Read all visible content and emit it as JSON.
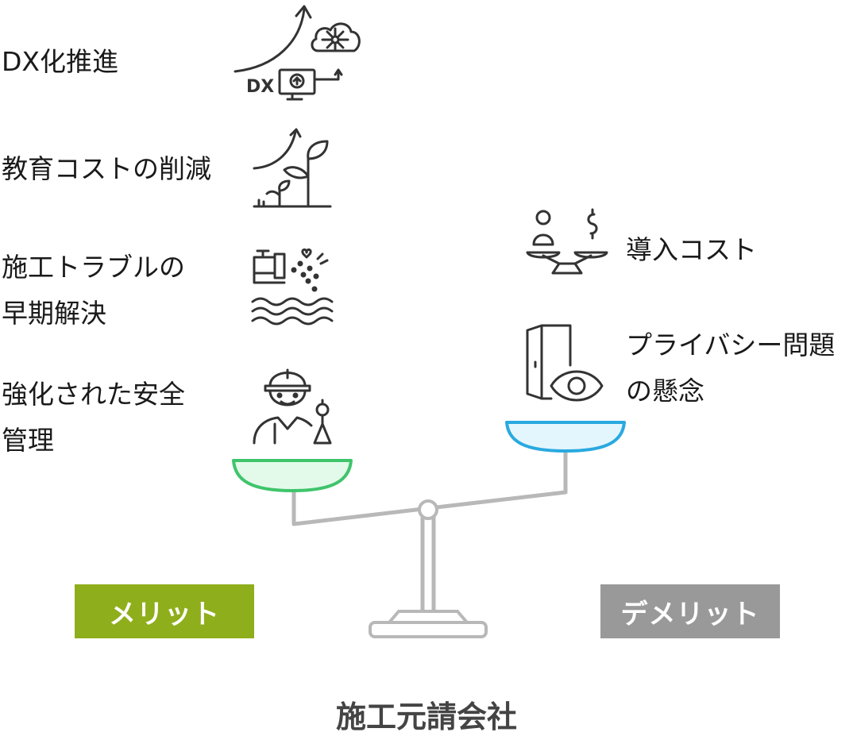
{
  "merits": [
    {
      "label": "DX化推進",
      "icon": "dx-cloud-monitor-icon"
    },
    {
      "label": "教育コストの削減",
      "icon": "plant-growth-icon"
    },
    {
      "label": "施工トラブルの\n早期解決",
      "icon": "pipe-leak-icon"
    },
    {
      "label": "強化された安全\n管理",
      "icon": "worker-helmet-icon"
    }
  ],
  "demerits": [
    {
      "label": "導入コスト",
      "icon": "cost-balance-icon"
    },
    {
      "label": "プライバシー問題\nの懸念",
      "icon": "door-eye-icon"
    }
  ],
  "badges": {
    "merit": {
      "label": "メリット",
      "color": "#8fae1b"
    },
    "demerit": {
      "label": "デメリット",
      "color": "#999999"
    }
  },
  "icon_texts": {
    "dx": "DX"
  },
  "pan_colors": {
    "merit": {
      "stroke": "#3fc46b",
      "fill": "#e3faea"
    },
    "demerit": {
      "stroke": "#29a9e0",
      "fill": "#e4f6fd"
    }
  },
  "footer": "施工元請会社"
}
